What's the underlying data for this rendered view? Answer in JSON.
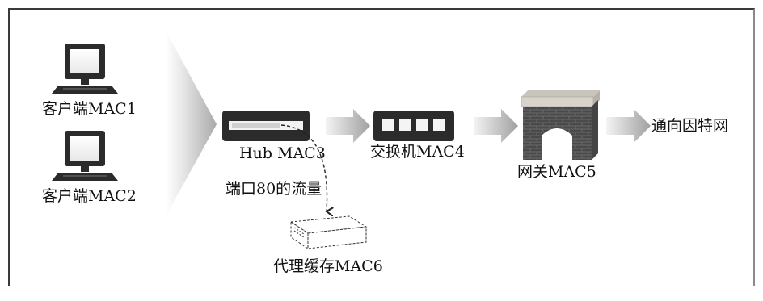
{
  "nodes": {
    "client1": {
      "label": "客户端MAC1",
      "icon": "computer-icon"
    },
    "client2": {
      "label": "客户端MAC2",
      "icon": "computer-icon"
    },
    "hub": {
      "label": "Hub MAC3",
      "icon": "hub-icon"
    },
    "switch": {
      "label": "交换机MAC4",
      "icon": "switch-icon"
    },
    "gateway": {
      "label": "网关MAC5",
      "icon": "brick-firewall-icon"
    },
    "internet": {
      "label": "通向因特网"
    },
    "proxy": {
      "label": "代理缓存MAC6",
      "icon": "proxy-cache-icon"
    }
  },
  "edges": {
    "redirect": {
      "label": "端口80的流量"
    }
  },
  "colors": {
    "device": "#2b2b2b",
    "arrow": "#bdbdbd",
    "brick": "#555555",
    "stone": "#d8d4cc"
  }
}
